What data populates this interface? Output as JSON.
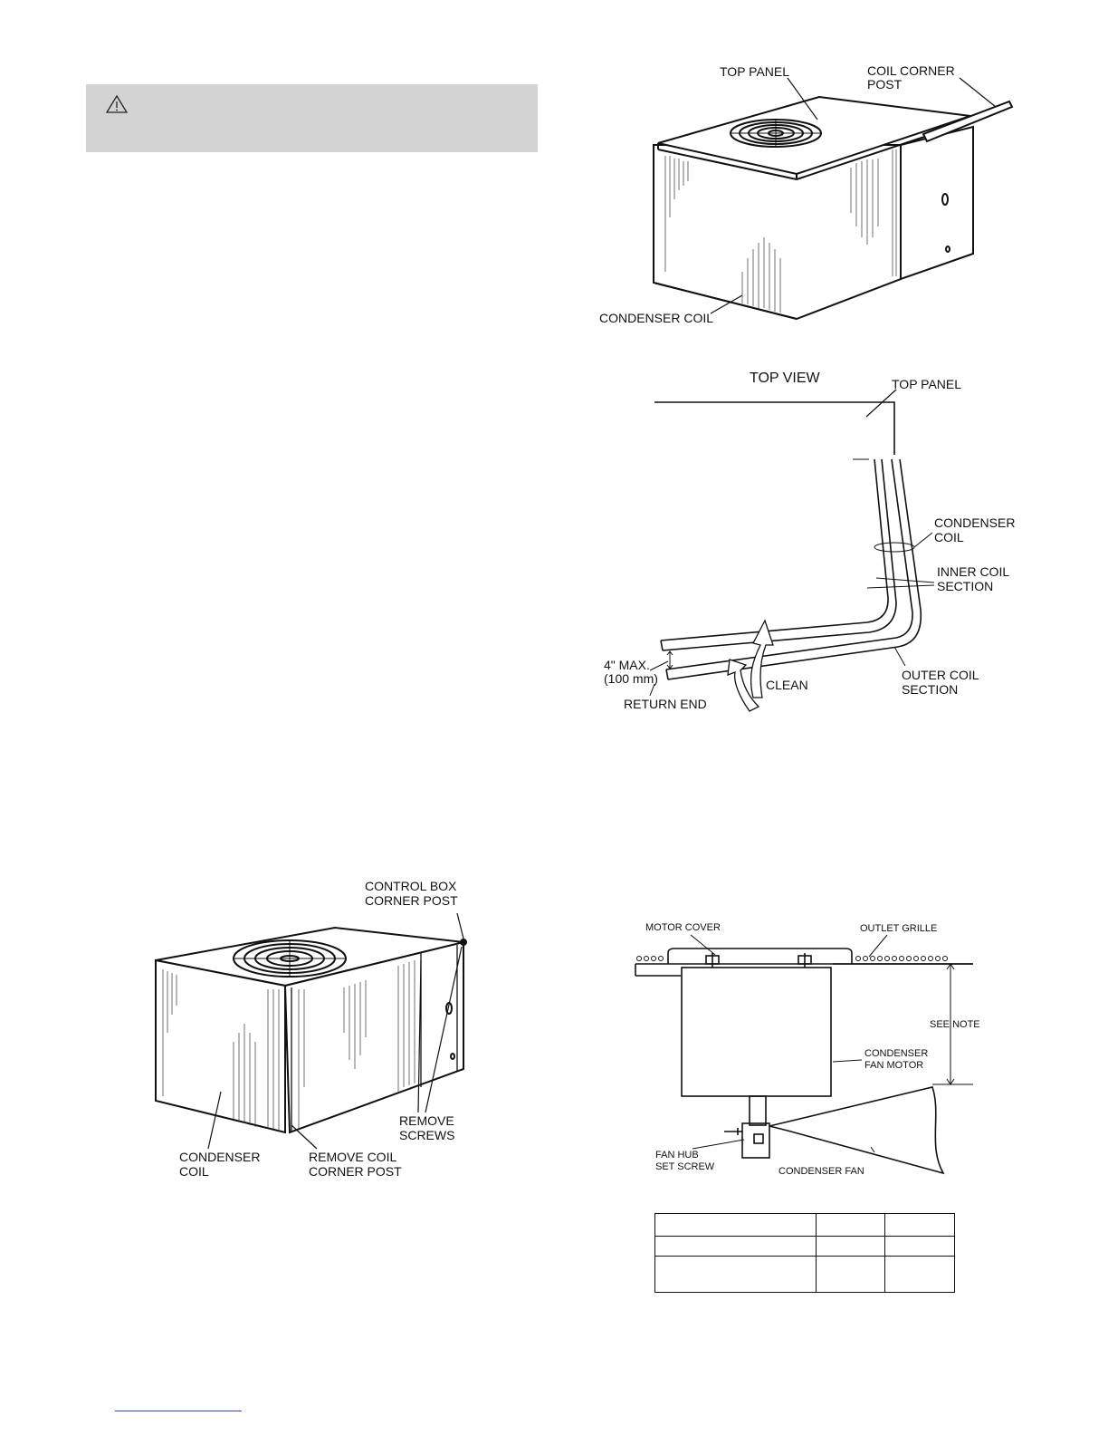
{
  "warning": {
    "icon": "warning-triangle-icon"
  },
  "figure_top_unit": {
    "labels": {
      "top_panel": "TOP PANEL",
      "coil_corner_post_line1": "COIL CORNER",
      "coil_corner_post_line2": "POST",
      "condenser_coil": "CONDENSER COIL"
    }
  },
  "figure_top_view": {
    "title": "TOP VIEW",
    "labels": {
      "top_panel": "TOP PANEL",
      "condenser_coil_line1": "CONDENSER",
      "condenser_coil_line2": "COIL",
      "inner_coil_line1": "INNER COIL",
      "inner_coil_line2": "SECTION",
      "outer_coil_line1": "OUTER COIL",
      "outer_coil_line2": "SECTION",
      "max_line1": "4\" MAX.",
      "max_line2": "(100 mm)",
      "return_end": "RETURN END",
      "clean": "CLEAN"
    }
  },
  "figure_unit_corner": {
    "labels": {
      "control_box_line1": "CONTROL BOX",
      "control_box_line2": "CORNER POST",
      "remove_screws_line1": "REMOVE",
      "remove_screws_line2": "SCREWS",
      "condenser_coil_line1": "CONDENSER",
      "condenser_coil_line2": "COIL",
      "remove_coil_line1": "REMOVE COIL",
      "remove_coil_line2": "CORNER POST"
    }
  },
  "figure_fan": {
    "labels": {
      "motor_cover": "MOTOR COVER",
      "outlet_grille": "OUTLET GRILLE",
      "see_note": "SEE NOTE",
      "fan_motor_line1": "CONDENSER",
      "fan_motor_line2": "FAN MOTOR",
      "fan_hub_line1": "FAN HUB",
      "fan_hub_line2": "SET SCREW",
      "condenser_fan": "CONDENSER FAN"
    }
  },
  "spec_table": {
    "rows": [
      [
        "",
        "",
        ""
      ],
      [
        "",
        "",
        ""
      ],
      [
        "",
        "",
        ""
      ]
    ]
  }
}
